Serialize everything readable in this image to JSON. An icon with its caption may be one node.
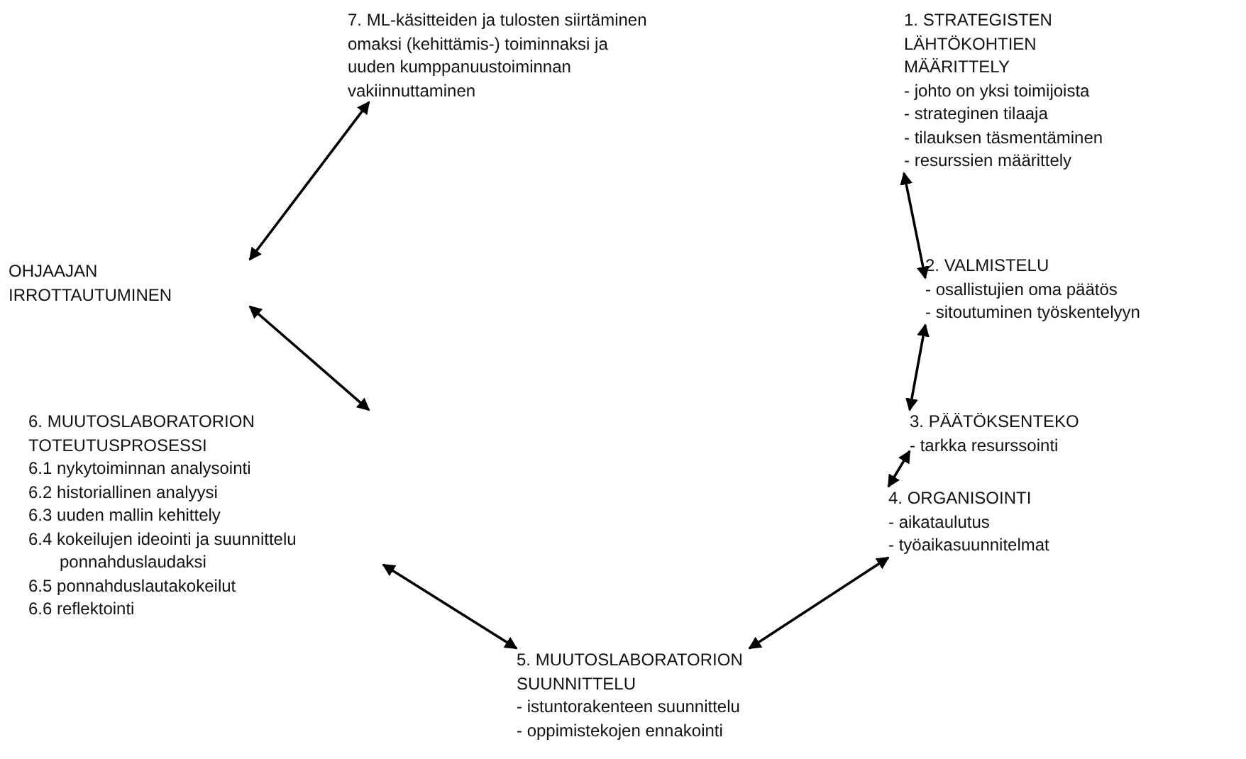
{
  "diagram": {
    "nodes": [
      {
        "text": [
          "1. STRATEGISTEN LÄHTÖKOHTIEN MÄÄRITTELY",
          "- johto on yksi toimijoista",
          "- strateginen tilaaja",
          "- tilauksen täsmentäminen",
          "- resurssien määrittely"
        ]
      },
      {
        "text": [
          "2. VALMISTELU",
          "- osallistujien oma päätös",
          "- sitoutuminen työskentelyyn"
        ]
      },
      {
        "text": [
          "3. PÄÄTÖKSENTEKO",
          "- tarkka resurssointi"
        ]
      },
      {
        "text": [
          "4. ORGANISOINTI",
          "- aikataulutus",
          "- työaikasuunnitelmat"
        ]
      },
      {
        "text": [
          "5. MUUTOSLABORATORION SUUNNITTELU",
          "- istuntorakenteen suunnittelu",
          "- oppimistekojen ennakointi"
        ]
      },
      {
        "text": [
          "6. MUUTOSLABORATORION TOTEUTUSPROSESSI",
          "6.1 nykytoiminnan analysointi",
          "6.2 historiallinen analyysi",
          "6.3 uuden mallin kehittely",
          "6.4 kokeilujen ideointi ja suunnittelu ponnahduslaudaksi",
          "6.5 ponnahduslautakokeilut",
          "6.6 reflektointi"
        ]
      },
      {
        "text": [
          "OHJAAJAN IRROTTAUTUMINEN"
        ]
      },
      {
        "text": [
          "7. ML-käsitteiden ja tulosten siirtäminen omaksi (kehittämis-) toiminnaksi ja uuden kumppanuustoiminnan vakiinnuttaminen"
        ]
      }
    ],
    "edges": [
      {
        "from": 0,
        "to": 1,
        "arrow": "both"
      },
      {
        "from": 1,
        "to": 2,
        "arrow": "both"
      },
      {
        "from": 2,
        "to": 3,
        "arrow": "both"
      },
      {
        "from": 3,
        "to": 4,
        "arrow": "both"
      },
      {
        "from": 4,
        "to": 5,
        "arrow": "both"
      },
      {
        "from": 5,
        "to": 6,
        "arrow": "both"
      },
      {
        "from": 6,
        "to": 7,
        "arrow": "both"
      }
    ]
  }
}
